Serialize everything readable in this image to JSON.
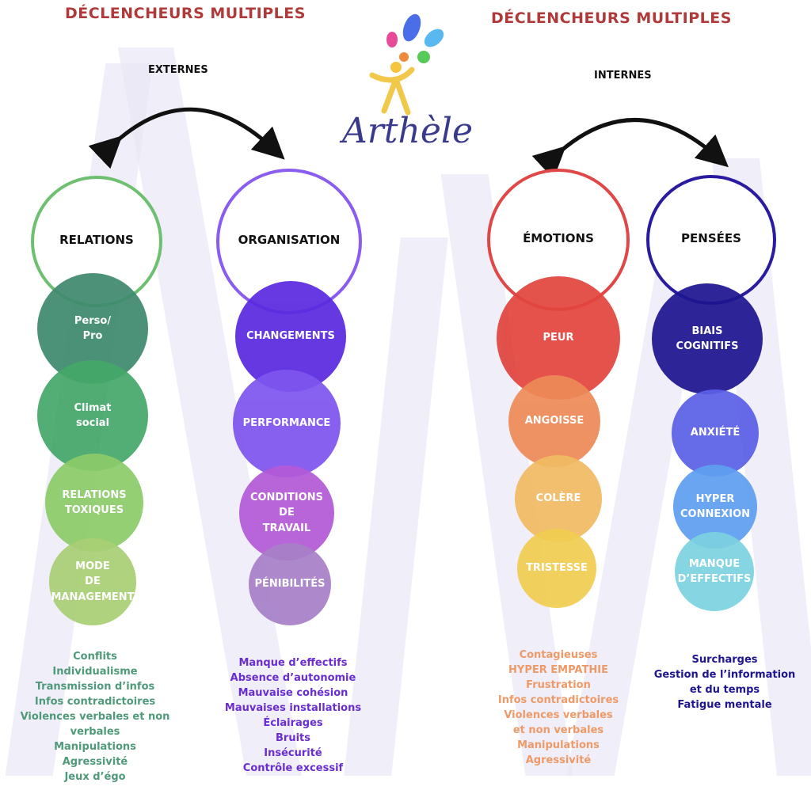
{
  "titles": {
    "left": "DÉCLENCHEURS MULTIPLES",
    "right": "DÉCLENCHEURS MULTIPLES",
    "externes": "EXTERNES",
    "internes": "INTERNES"
  },
  "logo": {
    "text": "Arthèle"
  },
  "columns": [
    {
      "heading": "RELATIONS",
      "color": "#3f8a6e",
      "items": [
        "Perso/\nPro",
        "Climat\nsocial",
        "RELATIONS\nTOXIQUES",
        "MODE\nDE\nMANAGEMENT"
      ],
      "list": [
        "Conflits",
        "Individualisme",
        "Transmission d’infos",
        "Infos contradictoires",
        "Violences verbales et non",
        "verbales",
        "Manipulations",
        "Agressivité",
        "Jeux d’égo"
      ]
    },
    {
      "heading": "ORGANISATION",
      "color": "#5a2ae0",
      "items": [
        "CHANGEMENTS",
        "PERFORMANCE",
        "CONDITIONS\nDE\nTRAVAIL",
        "PÉNIBILITÉS"
      ],
      "list": [
        "Manque d’effectifs",
        "Absence d’autonomie",
        "Mauvaise cohésion",
        "Mauvaises installations",
        "Éclairages",
        "Bruits",
        "Insécurité",
        "Contrôle excessif"
      ]
    },
    {
      "heading": "ÉMOTIONS",
      "color": "#e2453e",
      "items": [
        "PEUR",
        "ANGOISSE",
        "COLÈRE",
        "TRISTESSE"
      ],
      "list": [
        "Contagieuses",
        "HYPER EMPATHIE",
        "Frustration",
        "Infos contradictoires",
        "Violences verbales",
        "et non verbales",
        "Manipulations",
        "Agressivité"
      ]
    },
    {
      "heading": "PENSÉES",
      "color": "#1e1590",
      "items": [
        "BIAIS\nCOGNITIFS",
        "ANXIÉTÉ",
        "HYPER\nCONNEXION",
        "MANQUE\nD’EFFECTIFS"
      ],
      "list": [
        "Surcharges",
        "Gestion de l’information",
        "et du temps",
        "Fatigue mentale"
      ]
    }
  ]
}
